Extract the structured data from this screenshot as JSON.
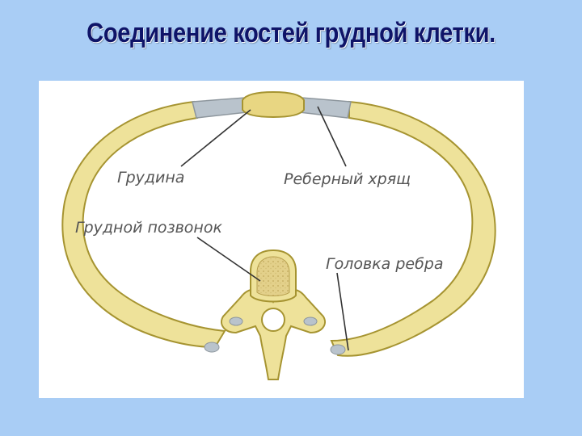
{
  "slide": {
    "title": "Соединение костей грудной клетки."
  },
  "diagram": {
    "labels": {
      "sternum": "Грудина",
      "costal_cartilage": "Реберный хрящ",
      "thoracic_vertebra": "Грудной позвонок",
      "rib_head": "Головка ребра"
    },
    "colors": {
      "bone": "#eee29a",
      "bone_outline": "#a69431",
      "cartilage": "#b9c3cc",
      "background": "#a9cdf5"
    }
  }
}
